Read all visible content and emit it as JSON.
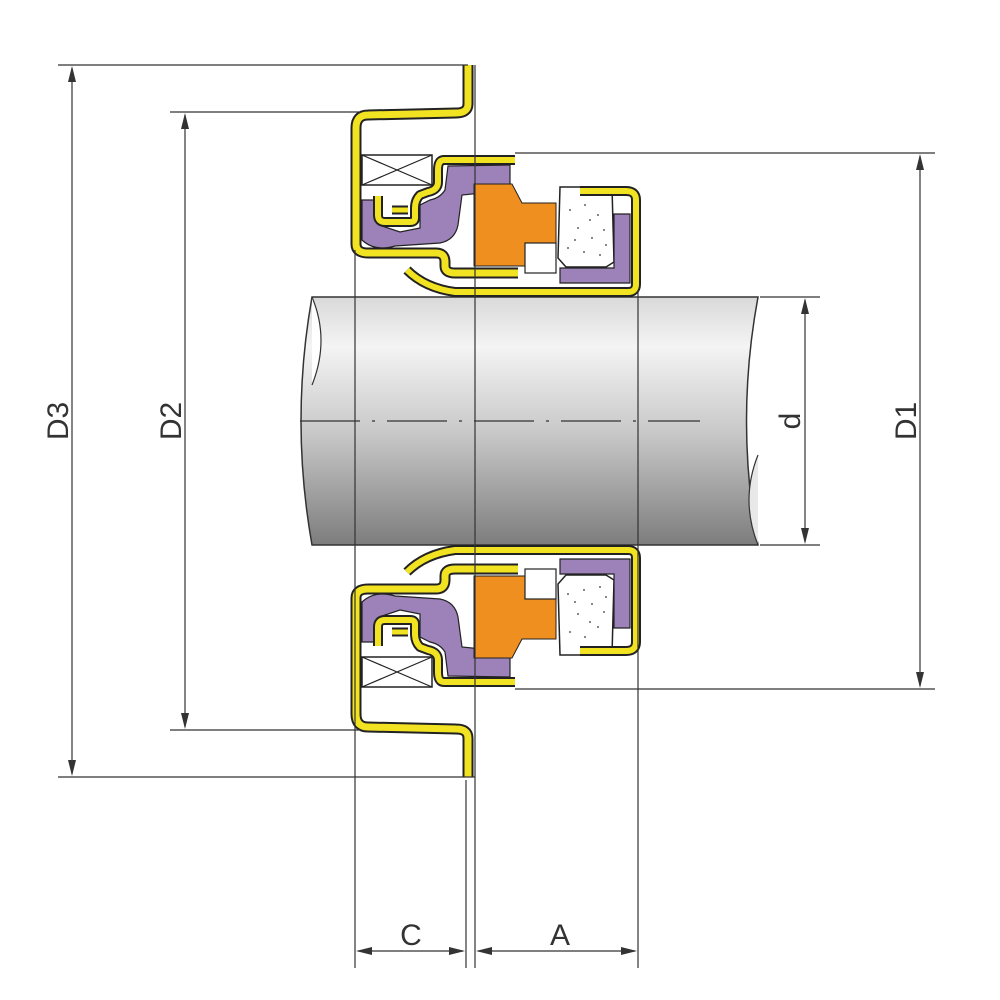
{
  "diagram": {
    "type": "mechanical seal cross-section",
    "dimensions": {
      "D3": "D3",
      "D2": "D2",
      "D1": "D1",
      "d": "d",
      "C": "C",
      "A": "A"
    },
    "colors": {
      "metal": "#f2e322",
      "elastomer": "#9c82b9",
      "seat": "#ef8f1f",
      "carbon": "#ffffff",
      "shaft_light": "#f2f2f2",
      "shaft_dark": "#8a8a8a",
      "line": "#333333"
    }
  }
}
